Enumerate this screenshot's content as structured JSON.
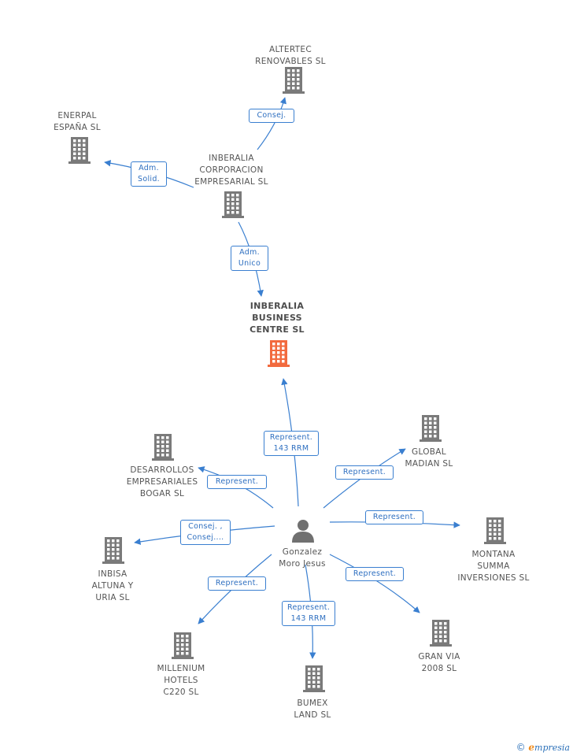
{
  "colors": {
    "edge": "#3a7fd0",
    "company_icon": "#7a7a7a",
    "focus_icon": "#f26a3e",
    "person_icon": "#707070"
  },
  "nodes": [
    {
      "id": "altertec",
      "label": "ALTERTEC\nRENOVABLES SL",
      "icon": "building-icon"
    },
    {
      "id": "enerpal",
      "label": "ENERPAL\nESPAÑA SL",
      "icon": "building-icon"
    },
    {
      "id": "inberalia_corp",
      "label": "INBERALIA\nCORPORACION\nEMPRESARIAL SL",
      "icon": "building-icon"
    },
    {
      "id": "inberalia_bc",
      "label": "INBERALIA\nBUSINESS\nCENTRE SL",
      "icon": "building-icon",
      "focus": true
    },
    {
      "id": "desarrollos",
      "label": "DESARROLLOS\nEMPRESARIALES\nBOGAR SL",
      "icon": "building-icon"
    },
    {
      "id": "global_madian",
      "label": "GLOBAL\nMADIAN SL",
      "icon": "building-icon"
    },
    {
      "id": "gonzalez",
      "label": "Gonzalez\nMoro Jesus",
      "icon": "person-icon"
    },
    {
      "id": "inbisa",
      "label": "INBISA\nALTUNA Y\nURIA SL",
      "icon": "building-icon"
    },
    {
      "id": "montana",
      "label": "MONTANA\nSUMMA\nINVERSIONES SL",
      "icon": "building-icon"
    },
    {
      "id": "millenium",
      "label": "MILLENIUM\nHOTELS\nC220 SL",
      "icon": "building-icon"
    },
    {
      "id": "bumex",
      "label": "BUMEX\nLAND SL",
      "icon": "building-icon"
    },
    {
      "id": "granvia",
      "label": "GRAN VIA\n2008 SL",
      "icon": "building-icon"
    }
  ],
  "edges": [
    {
      "id": "corp-altertec",
      "label": "Consej."
    },
    {
      "id": "corp-enerpal",
      "label": "Adm.\nSolid."
    },
    {
      "id": "corp-bc",
      "label": "Adm.\nUnico"
    },
    {
      "id": "gon-bc",
      "label": "Represent.\n143 RRM"
    },
    {
      "id": "gon-desarrollos",
      "label": "Represent."
    },
    {
      "id": "gon-global",
      "label": "Represent."
    },
    {
      "id": "gon-montana",
      "label": "Represent."
    },
    {
      "id": "gon-inbisa",
      "label": "Consej. ,\nConsej...."
    },
    {
      "id": "gon-millenium",
      "label": "Represent."
    },
    {
      "id": "gon-bumex",
      "label": "Represent.\n143 RRM"
    },
    {
      "id": "gon-granvia",
      "label": "Represent."
    }
  ],
  "footer": {
    "copyright": "©",
    "brand_first": "e",
    "brand_rest": "mpresia"
  }
}
